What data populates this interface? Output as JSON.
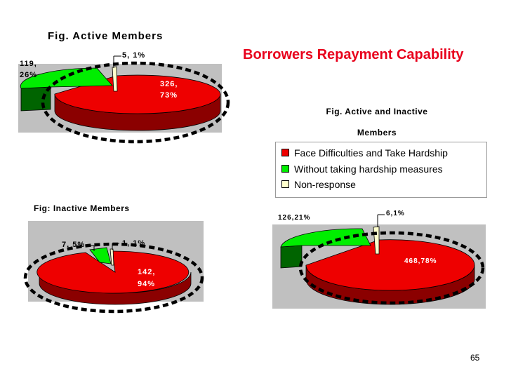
{
  "slide": {
    "title": "Borrowers Repayment Capability",
    "page_number": "65",
    "colors": {
      "title": "#e8001c",
      "red": "#ee0000",
      "green": "#00ee00",
      "ivory": "#ffffcc",
      "panel": "#c0c0c0"
    }
  },
  "legend": {
    "items": [
      {
        "label": "Face Difficulties and Take Hardship",
        "color": "#ee0000"
      },
      {
        "label": "Without taking hardship measures",
        "color": "#00ee00"
      },
      {
        "label": "Non-response",
        "color": "#ffffcc"
      }
    ]
  },
  "chart_data": [
    {
      "type": "pie",
      "title": "Fig. Active Members",
      "slices": [
        {
          "category": "Face Difficulties and Take Hardship",
          "value": 326,
          "percent": 73,
          "label": "326, 73%"
        },
        {
          "category": "Without taking hardship measures",
          "value": 119,
          "percent": 26,
          "label": "119, 26%"
        },
        {
          "category": "Non-response",
          "value": 5,
          "percent": 1,
          "label": "5, 1%"
        }
      ]
    },
    {
      "type": "pie",
      "title": "Fig: Inactive Members",
      "slices": [
        {
          "category": "Face Difficulties and Take Hardship",
          "value": 142,
          "percent": 94,
          "label": "142, 94%"
        },
        {
          "category": "Without taking hardship measures",
          "value": 7,
          "percent": 5,
          "label": "7, 5%"
        },
        {
          "category": "Non-response",
          "value": 1,
          "percent": 1,
          "label": "1, 1%"
        }
      ]
    },
    {
      "type": "pie",
      "title": "Fig. Active and Inactive Members",
      "slices": [
        {
          "category": "Face Difficulties and Take Hardship",
          "value": 468,
          "percent": 78,
          "label": "468,78%"
        },
        {
          "category": "Without taking hardship measures",
          "value": 126,
          "percent": 21,
          "label": "126,21%"
        },
        {
          "category": "Non-response",
          "value": 6,
          "percent": 1,
          "label": "6,1%"
        }
      ]
    }
  ]
}
